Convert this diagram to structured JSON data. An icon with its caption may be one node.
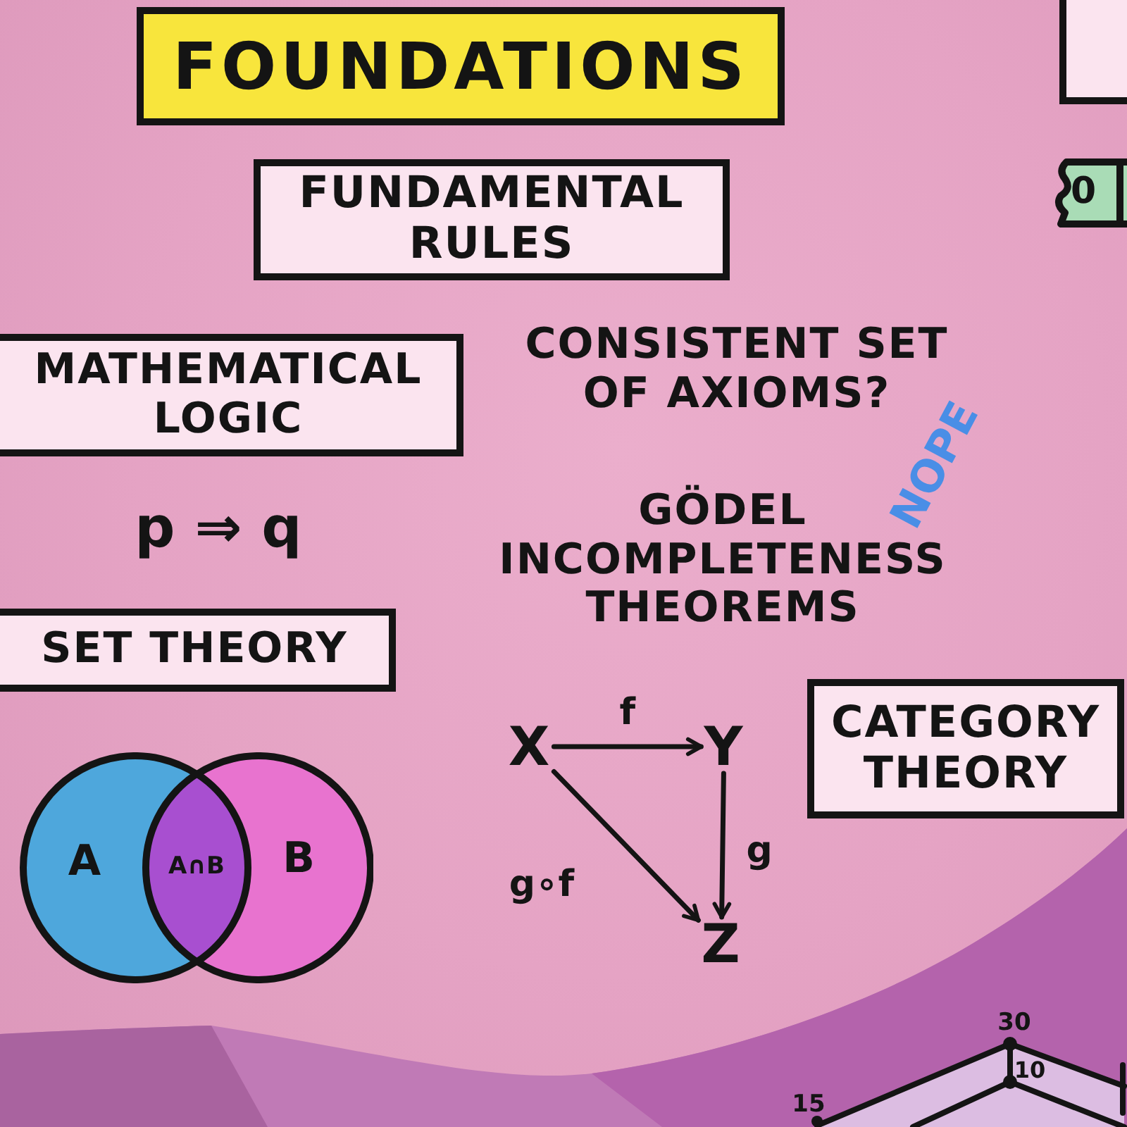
{
  "diagram": {
    "title": "FOUNDATIONS",
    "nodes": [
      {
        "text": [],
        "shape": "box"
      },
      {
        "text": [
          "FUNDAMENTAL RULES"
        ]
      },
      {
        "text": [
          "0"
        ]
      },
      {
        "text": [
          "MATHEMATICAL LOGIC"
        ]
      },
      {
        "text": [
          "SET THEORY"
        ]
      },
      {
        "text": [
          "X"
        ]
      },
      {
        "text": [
          "Y"
        ]
      },
      {
        "text": [
          "CATEGORY THEORY"
        ]
      },
      {
        "text": [
          "A"
        ]
      },
      {
        "text": [
          "A∩B"
        ]
      },
      {
        "text": [
          "B"
        ]
      },
      {
        "text": [
          "Z"
        ]
      }
    ],
    "edges": [
      {
        "from": 5,
        "to": 6,
        "arrow": "to",
        "label": "f"
      },
      {
        "from": 6,
        "to": 11,
        "arrow": "to",
        "label": "g"
      },
      {
        "from": 5,
        "to": 11,
        "arrow": "to",
        "label": "g∘f"
      }
    ],
    "labels": [
      "CONSISTENT SET OF AXIOMS?",
      "NOPE",
      "p ⇒ q",
      "GÖDEL INCOMPLETENESS THEOREMS",
      "30",
      "15",
      "10"
    ]
  }
}
